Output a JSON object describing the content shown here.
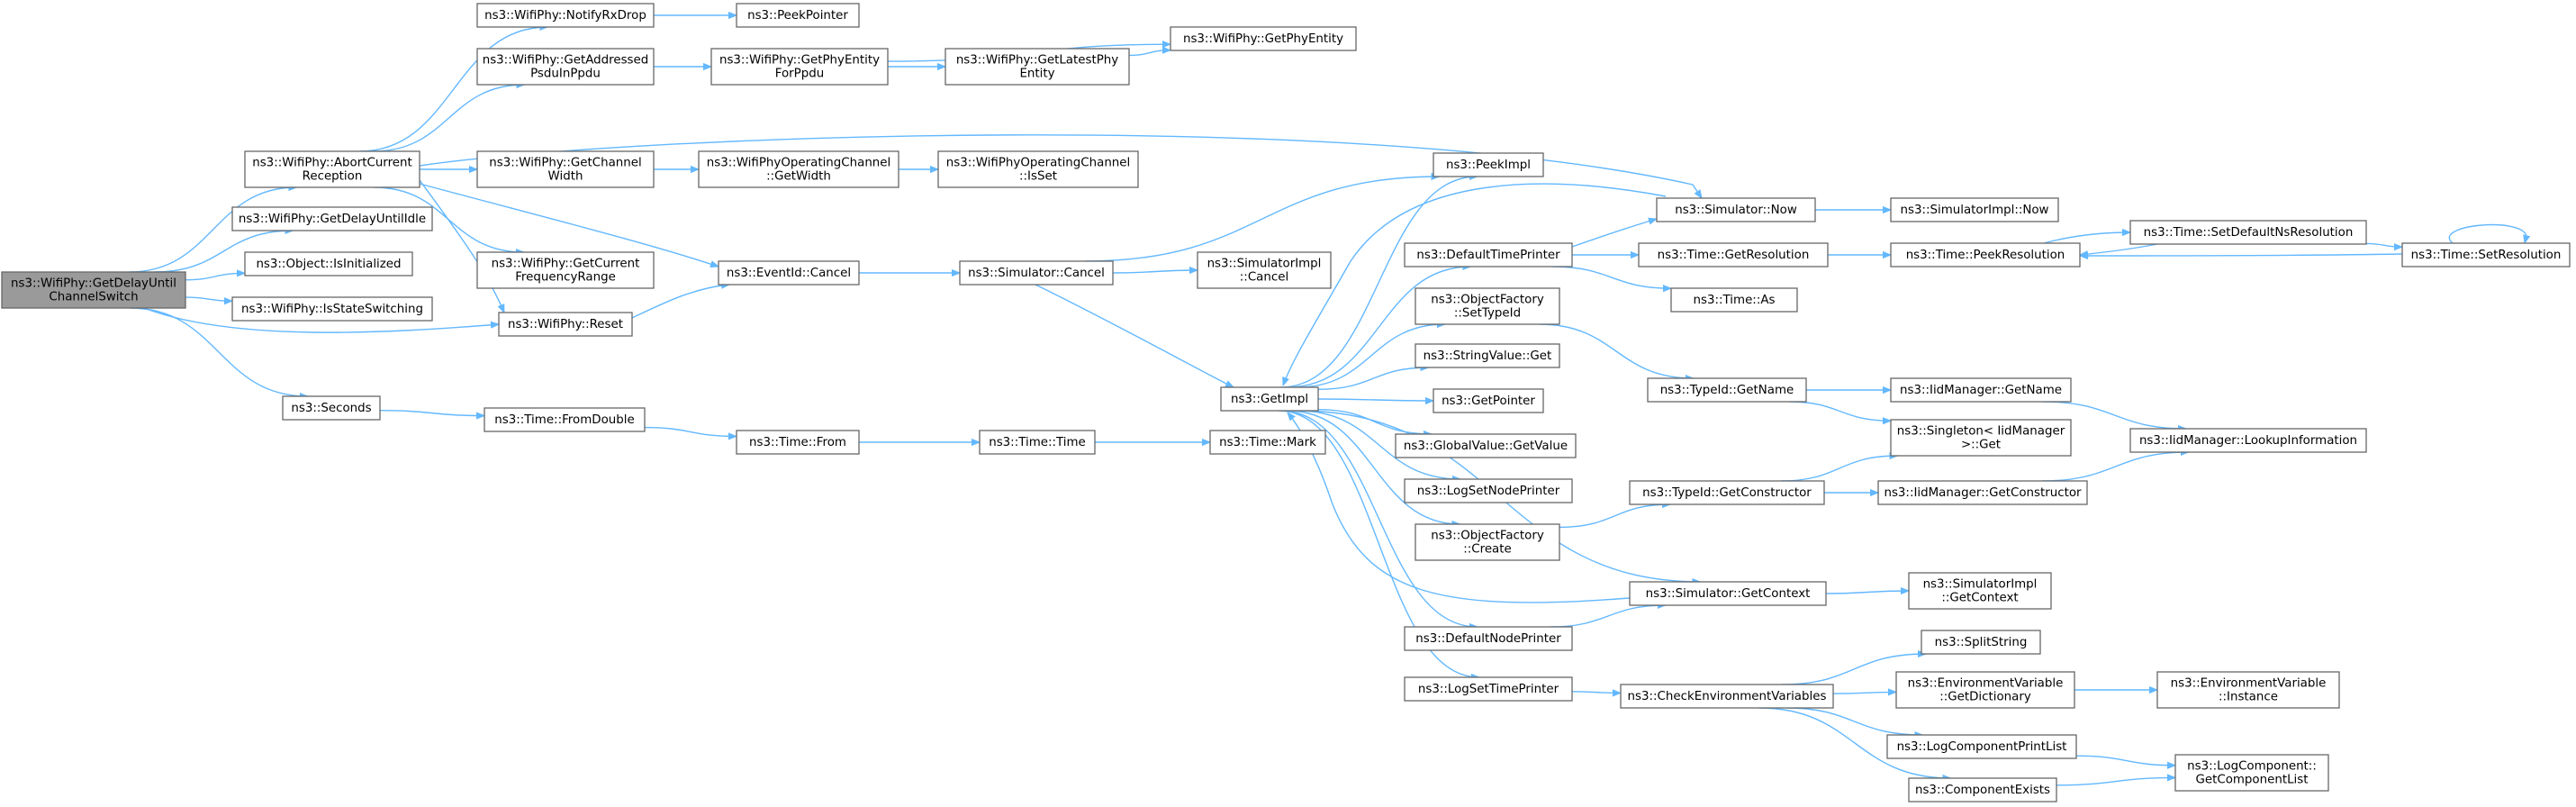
{
  "diagram": {
    "type": "call-graph",
    "colors": {
      "edge": "#63b8ff",
      "node_border": "#666666",
      "root_fill": "#9a9a9a",
      "node_fill": "#ffffff"
    },
    "nodes": [
      {
        "id": "root",
        "lines": [
          "ns3::WifiPhy::GetDelayUntil",
          "ChannelSwitch"
        ],
        "root": true
      },
      {
        "id": "abort",
        "lines": [
          "ns3::WifiPhy::AbortCurrent",
          "Reception"
        ]
      },
      {
        "id": "getdelayidle",
        "lines": [
          "ns3::WifiPhy::GetDelayUntilIdle"
        ]
      },
      {
        "id": "isinit",
        "lines": [
          "ns3::Object::IsInitialized"
        ]
      },
      {
        "id": "isstate",
        "lines": [
          "ns3::WifiPhy::IsStateSwitching"
        ]
      },
      {
        "id": "seconds",
        "lines": [
          "ns3::Seconds"
        ]
      },
      {
        "id": "notify",
        "lines": [
          "ns3::WifiPhy::NotifyRxDrop"
        ]
      },
      {
        "id": "getaddr",
        "lines": [
          "ns3::WifiPhy::GetAddressed",
          "PsduInPpdu"
        ]
      },
      {
        "id": "chwidth",
        "lines": [
          "ns3::WifiPhy::GetChannel",
          "Width"
        ]
      },
      {
        "id": "freqrange",
        "lines": [
          "ns3::WifiPhy::GetCurrent",
          "FrequencyRange"
        ]
      },
      {
        "id": "reset",
        "lines": [
          "ns3::WifiPhy::Reset"
        ]
      },
      {
        "id": "fromdouble",
        "lines": [
          "ns3::Time::FromDouble"
        ]
      },
      {
        "id": "peekptr",
        "lines": [
          "ns3::PeekPointer"
        ]
      },
      {
        "id": "phyentityforppdu",
        "lines": [
          "ns3::WifiPhy::GetPhyEntity",
          "ForPpdu"
        ]
      },
      {
        "id": "opchwidth",
        "lines": [
          "ns3::WifiPhyOperatingChannel",
          "::GetWidth"
        ]
      },
      {
        "id": "evcancel",
        "lines": [
          "ns3::EventId::Cancel"
        ]
      },
      {
        "id": "timefrom",
        "lines": [
          "ns3::Time::From"
        ]
      },
      {
        "id": "latestphy",
        "lines": [
          "ns3::WifiPhy::GetLatestPhy",
          "Entity"
        ]
      },
      {
        "id": "isset",
        "lines": [
          "ns3::WifiPhyOperatingChannel",
          "::IsSet"
        ]
      },
      {
        "id": "simcancel",
        "lines": [
          "ns3::Simulator::Cancel"
        ]
      },
      {
        "id": "timetime",
        "lines": [
          "ns3::Time::Time"
        ]
      },
      {
        "id": "getphyentity",
        "lines": [
          "ns3::WifiPhy::GetPhyEntity"
        ]
      },
      {
        "id": "simimplcancel",
        "lines": [
          "ns3::SimulatorImpl",
          "::Cancel"
        ]
      },
      {
        "id": "timemark",
        "lines": [
          "ns3::Time::Mark"
        ]
      },
      {
        "id": "getimpl",
        "lines": [
          "ns3::GetImpl"
        ]
      },
      {
        "id": "peekimpl",
        "lines": [
          "ns3::PeekImpl"
        ]
      },
      {
        "id": "deftimeprinter",
        "lines": [
          "ns3::DefaultTimePrinter"
        ]
      },
      {
        "id": "settypeid",
        "lines": [
          "ns3::ObjectFactory",
          "::SetTypeId"
        ]
      },
      {
        "id": "strget",
        "lines": [
          "ns3::StringValue::Get"
        ]
      },
      {
        "id": "getpointer",
        "lines": [
          "ns3::GetPointer"
        ]
      },
      {
        "id": "globalget",
        "lines": [
          "ns3::GlobalValue::GetValue"
        ]
      },
      {
        "id": "lognodeprinter",
        "lines": [
          "ns3::LogSetNodePrinter"
        ]
      },
      {
        "id": "ofcreate",
        "lines": [
          "ns3::ObjectFactory",
          "::Create"
        ]
      },
      {
        "id": "defnodeprinter",
        "lines": [
          "ns3::DefaultNodePrinter"
        ]
      },
      {
        "id": "logtimeprinter",
        "lines": [
          "ns3::LogSetTimePrinter"
        ]
      },
      {
        "id": "simnow",
        "lines": [
          "ns3::Simulator::Now"
        ]
      },
      {
        "id": "getres",
        "lines": [
          "ns3::Time::GetResolution"
        ]
      },
      {
        "id": "timeas",
        "lines": [
          "ns3::Time::As"
        ]
      },
      {
        "id": "typegetname",
        "lines": [
          "ns3::TypeId::GetName"
        ]
      },
      {
        "id": "typegetctor",
        "lines": [
          "ns3::TypeId::GetConstructor"
        ]
      },
      {
        "id": "simgetctx",
        "lines": [
          "ns3::Simulator::GetContext"
        ]
      },
      {
        "id": "checkenv",
        "lines": [
          "ns3::CheckEnvironmentVariables"
        ]
      },
      {
        "id": "simimplnow",
        "lines": [
          "ns3::SimulatorImpl::Now"
        ]
      },
      {
        "id": "peekres",
        "lines": [
          "ns3::Time::PeekResolution"
        ]
      },
      {
        "id": "iidgetname",
        "lines": [
          "ns3::IidManager::GetName"
        ]
      },
      {
        "id": "singleton",
        "lines": [
          "ns3::Singleton< IidManager",
          ">::Get"
        ]
      },
      {
        "id": "iidgetctor",
        "lines": [
          "ns3::IidManager::GetConstructor"
        ]
      },
      {
        "id": "simimplctx",
        "lines": [
          "ns3::SimulatorImpl",
          "::GetContext"
        ]
      },
      {
        "id": "splitstr",
        "lines": [
          "ns3::SplitString"
        ]
      },
      {
        "id": "envdict",
        "lines": [
          "ns3::EnvironmentVariable",
          "::GetDictionary"
        ]
      },
      {
        "id": "logprintlist",
        "lines": [
          "ns3::LogComponentPrintList"
        ]
      },
      {
        "id": "compexists",
        "lines": [
          "ns3::ComponentExists"
        ]
      },
      {
        "id": "setdefns",
        "lines": [
          "ns3::Time::SetDefaultNsResolution"
        ]
      },
      {
        "id": "lookupinfo",
        "lines": [
          "ns3::IidManager::LookupInformation"
        ]
      },
      {
        "id": "envinstance",
        "lines": [
          "ns3::EnvironmentVariable",
          "::Instance"
        ]
      },
      {
        "id": "logcomplist",
        "lines": [
          "ns3::LogComponent::",
          "GetComponentList"
        ]
      },
      {
        "id": "setres",
        "lines": [
          "ns3::Time::SetResolution"
        ]
      }
    ],
    "edges": [
      [
        "root",
        "abort"
      ],
      [
        "root",
        "getdelayidle"
      ],
      [
        "root",
        "isinit"
      ],
      [
        "root",
        "isstate"
      ],
      [
        "root",
        "reset"
      ],
      [
        "root",
        "seconds"
      ],
      [
        "abort",
        "notify"
      ],
      [
        "abort",
        "getaddr"
      ],
      [
        "abort",
        "chwidth"
      ],
      [
        "abort",
        "freqrange"
      ],
      [
        "abort",
        "reset"
      ],
      [
        "abort",
        "evcancel"
      ],
      [
        "abort",
        "simnow"
      ],
      [
        "notify",
        "peekptr"
      ],
      [
        "getaddr",
        "phyentityforppdu"
      ],
      [
        "phyentityforppdu",
        "getphyentity"
      ],
      [
        "phyentityforppdu",
        "latestphy"
      ],
      [
        "latestphy",
        "getphyentity"
      ],
      [
        "chwidth",
        "opchwidth"
      ],
      [
        "opchwidth",
        "isset"
      ],
      [
        "reset",
        "evcancel"
      ],
      [
        "evcancel",
        "simcancel"
      ],
      [
        "simcancel",
        "peekimpl"
      ],
      [
        "simcancel",
        "simimplcancel"
      ],
      [
        "simcancel",
        "getimpl"
      ],
      [
        "seconds",
        "fromdouble"
      ],
      [
        "fromdouble",
        "timefrom"
      ],
      [
        "timefrom",
        "timetime"
      ],
      [
        "timetime",
        "timemark"
      ],
      [
        "getimpl",
        "peekimpl"
      ],
      [
        "getimpl",
        "deftimeprinter"
      ],
      [
        "getimpl",
        "settypeid"
      ],
      [
        "getimpl",
        "strget"
      ],
      [
        "getimpl",
        "getpointer"
      ],
      [
        "getimpl",
        "globalget"
      ],
      [
        "getimpl",
        "lognodeprinter"
      ],
      [
        "getimpl",
        "ofcreate"
      ],
      [
        "getimpl",
        "simgetctx"
      ],
      [
        "getimpl",
        "defnodeprinter"
      ],
      [
        "getimpl",
        "logtimeprinter"
      ],
      [
        "simnow",
        "getimpl"
      ],
      [
        "simnow",
        "simimplnow"
      ],
      [
        "deftimeprinter",
        "simnow"
      ],
      [
        "deftimeprinter",
        "getres"
      ],
      [
        "deftimeprinter",
        "timeas"
      ],
      [
        "getres",
        "peekres"
      ],
      [
        "setdefns",
        "peekres"
      ],
      [
        "peekres",
        "setdefns"
      ],
      [
        "setdefns",
        "setres"
      ],
      [
        "setres",
        "peekres"
      ],
      [
        "setres",
        "setres"
      ],
      [
        "settypeid",
        "typegetname"
      ],
      [
        "typegetname",
        "iidgetname"
      ],
      [
        "typegetname",
        "singleton"
      ],
      [
        "iidgetname",
        "lookupinfo"
      ],
      [
        "ofcreate",
        "typegetctor"
      ],
      [
        "typegetctor",
        "singleton"
      ],
      [
        "typegetctor",
        "iidgetctor"
      ],
      [
        "iidgetctor",
        "lookupinfo"
      ],
      [
        "simgetctx",
        "getimpl"
      ],
      [
        "simgetctx",
        "simimplctx"
      ],
      [
        "defnodeprinter",
        "simgetctx"
      ],
      [
        "logtimeprinter",
        "checkenv"
      ],
      [
        "checkenv",
        "splitstr"
      ],
      [
        "checkenv",
        "envdict"
      ],
      [
        "checkenv",
        "logprintlist"
      ],
      [
        "checkenv",
        "compexists"
      ],
      [
        "envdict",
        "envinstance"
      ],
      [
        "logprintlist",
        "logcomplist"
      ],
      [
        "compexists",
        "logcomplist"
      ]
    ]
  }
}
